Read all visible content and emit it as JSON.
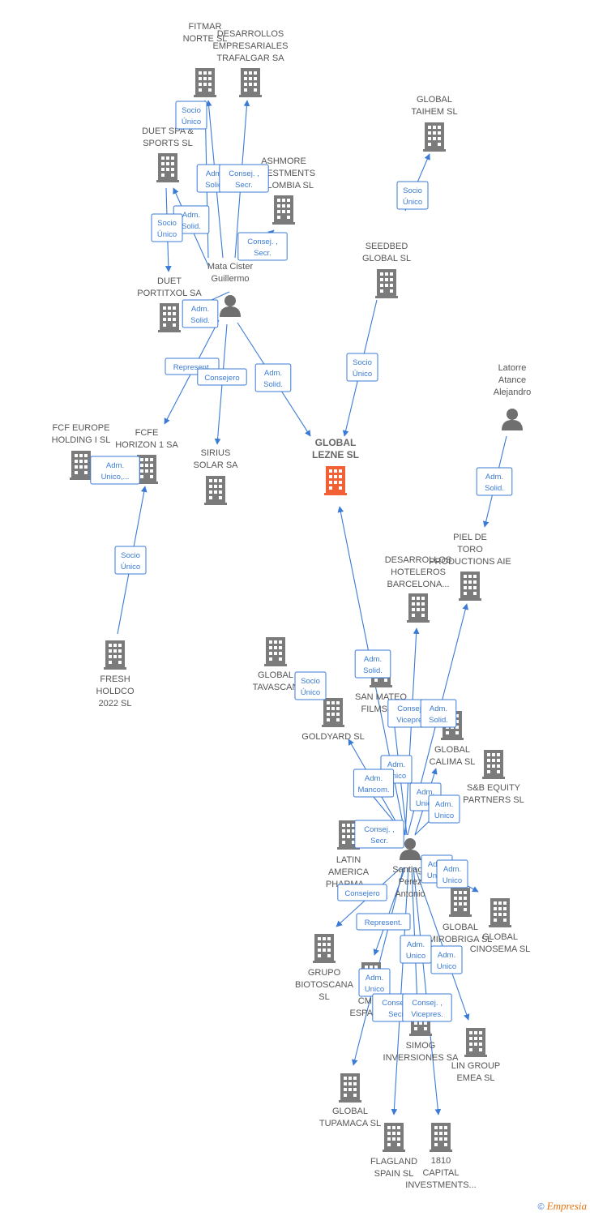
{
  "colors": {
    "company": "#7b7b7b",
    "main": "#f26135",
    "person": "#6f6f6f",
    "edge": "#3a7bd5"
  },
  "footer": {
    "copyright": "©",
    "brand": "Empresia"
  },
  "nodes": [
    {
      "id": "fitmar",
      "type": "company",
      "lines": [
        "FITMAR",
        "NORTE SL"
      ]
    },
    {
      "id": "desarrollos_trafalgar",
      "type": "company",
      "lines": [
        "DESARROLLOS",
        "EMPRESARIALES",
        "TRAFALGAR SA"
      ]
    },
    {
      "id": "duet_spa",
      "type": "company",
      "lines": [
        "DUET SPA &",
        "SPORTS SL"
      ]
    },
    {
      "id": "ashmore",
      "type": "company",
      "lines": [
        "ASHMORE",
        "INVESTMENTS",
        "COLOMBIA SL"
      ]
    },
    {
      "id": "global_taihem",
      "type": "company",
      "lines": [
        "GLOBAL",
        "TAIHEM SL"
      ]
    },
    {
      "id": "seedbed",
      "type": "company",
      "lines": [
        "SEEDBED",
        "GLOBAL  SL"
      ]
    },
    {
      "id": "mata_cister",
      "type": "person",
      "lines": [
        "Mata Cister",
        "Guillermo"
      ]
    },
    {
      "id": "duet_portitxol",
      "type": "company",
      "lines": [
        "DUET",
        "PORTITXOL SA"
      ]
    },
    {
      "id": "latorre",
      "type": "person",
      "lines": [
        "Latorre",
        "Atance",
        "Alejandro"
      ]
    },
    {
      "id": "fcf_europe",
      "type": "company",
      "lines": [
        "FCF EUROPE",
        "HOLDING I  SL"
      ]
    },
    {
      "id": "fcfe_horizon",
      "type": "company",
      "lines": [
        "FCFE",
        "HORIZON 1 SA"
      ]
    },
    {
      "id": "sirius",
      "type": "company",
      "lines": [
        "SIRIUS",
        "SOLAR SA"
      ]
    },
    {
      "id": "global_lezne",
      "type": "main",
      "lines": [
        "GLOBAL",
        "LEZNE  SL"
      ]
    },
    {
      "id": "piel_de_toro",
      "type": "company",
      "lines": [
        "PIEL DE",
        "TORO",
        "PRODUCTIONS AIE"
      ]
    },
    {
      "id": "desarrollos_hoteleros",
      "type": "company",
      "lines": [
        "DESARROLLOS",
        "HOTELEROS",
        "BARCELONA..."
      ]
    },
    {
      "id": "fresh_holdco",
      "type": "company",
      "lines": [
        "FRESH",
        "HOLDCO",
        "2022  SL"
      ]
    },
    {
      "id": "global_tavascan",
      "type": "company",
      "lines": [
        "GLOBAL",
        "TAVASCAN"
      ]
    },
    {
      "id": "san_mateo",
      "type": "company",
      "lines": [
        "SAN MATEO",
        "FILMS SL"
      ]
    },
    {
      "id": "goldyard",
      "type": "company",
      "lines": [
        "GOLDYARD SL"
      ]
    },
    {
      "id": "global_calima",
      "type": "company",
      "lines": [
        "GLOBAL",
        "CALIMA SL"
      ]
    },
    {
      "id": "sb_equity",
      "type": "company",
      "lines": [
        "S&B EQUITY",
        "PARTNERS  SL"
      ]
    },
    {
      "id": "latin_america",
      "type": "company",
      "lines": [
        "LATIN",
        "AMERICA",
        "PHARMA..."
      ]
    },
    {
      "id": "santiago",
      "type": "person",
      "lines": [
        "Santiago",
        "Perez",
        "Antonio"
      ]
    },
    {
      "id": "global_mirobriga",
      "type": "company",
      "lines": [
        "GLOBAL",
        "MIROBRIGA SL"
      ]
    },
    {
      "id": "global_cinosema",
      "type": "company",
      "lines": [
        "GLOBAL",
        "CINOSEMA SL"
      ]
    },
    {
      "id": "grupo_biotoscana",
      "type": "company",
      "lines": [
        "GRUPO",
        "BIOTOSCANA",
        "SL"
      ]
    },
    {
      "id": "cmed",
      "type": "company",
      "lines": [
        "CMED",
        "ESPAÑA..."
      ]
    },
    {
      "id": "simog",
      "type": "company",
      "lines": [
        "SIMOG",
        "INVERSIONES SA"
      ]
    },
    {
      "id": "lin_group",
      "type": "company",
      "lines": [
        "LIN GROUP",
        "EMEA  SL"
      ]
    },
    {
      "id": "global_tupamaca",
      "type": "company",
      "lines": [
        "GLOBAL",
        "TUPAMACA SL"
      ]
    },
    {
      "id": "flagland",
      "type": "company",
      "lines": [
        "FLAGLAND",
        "SPAIN SL"
      ]
    },
    {
      "id": "capital_1810",
      "type": "company",
      "lines": [
        "1810",
        "CAPITAL",
        "INVESTMENTS..."
      ]
    }
  ],
  "edges": [
    {
      "from": "mata_cister",
      "to": "fitmar",
      "label": [
        "Socio",
        "Único"
      ]
    },
    {
      "from": "mata_cister",
      "to": "fitmar",
      "label": [
        "Adm.",
        "Solid."
      ]
    },
    {
      "from": "mata_cister",
      "to": "desarrollos_trafalgar",
      "label": [
        "Consej. ,",
        "Secr."
      ]
    },
    {
      "from": "mata_cister",
      "to": "duet_spa",
      "label": [
        "Adm.",
        "Solid."
      ]
    },
    {
      "from": "duet_spa",
      "to": "duet_portitxol",
      "label": [
        "Socio",
        "Único"
      ]
    },
    {
      "from": "mata_cister",
      "to": "ashmore",
      "label": [
        "Consej. ,",
        "Secr."
      ]
    },
    {
      "from": "mata_cister",
      "to": "duet_portitxol",
      "label": [
        "Adm.",
        "Solid."
      ]
    },
    {
      "from": "seedbed",
      "to": "global_taihem",
      "label": [
        "Socio",
        "Único"
      ]
    },
    {
      "from": "seedbed",
      "to": "global_lezne",
      "label": [
        "Socio",
        "Único"
      ]
    },
    {
      "from": "mata_cister",
      "to": "global_lezne",
      "label": [
        "Adm.",
        "Solid."
      ]
    },
    {
      "from": "mata_cister",
      "to": "fcf_europe",
      "label": [
        "Represent."
      ]
    },
    {
      "from": "mata_cister",
      "to": "sirius",
      "label": [
        "Consejero"
      ]
    },
    {
      "from": "fcfe_horizon",
      "to": "fcf_europe",
      "label": [
        "Adm.",
        "Unico,..."
      ]
    },
    {
      "from": "fresh_holdco",
      "to": "fcfe_horizon",
      "label": [
        "Socio",
        "Único"
      ]
    },
    {
      "from": "latorre",
      "to": "piel_de_toro",
      "label": [
        "Adm.",
        "Solid."
      ]
    },
    {
      "from": "santiago",
      "to": "global_lezne",
      "label": [
        "Adm.",
        "Solid."
      ]
    },
    {
      "from": "santiago",
      "to": "goldyard",
      "label": [
        "Socio",
        "Único"
      ]
    },
    {
      "from": "santiago",
      "to": "desarrollos_hoteleros",
      "label": [
        "Consej. ,",
        "Vicepres."
      ]
    },
    {
      "from": "santiago",
      "to": "piel_de_toro",
      "label": [
        "Adm.",
        "Solid."
      ]
    },
    {
      "from": "santiago",
      "to": "san_mateo",
      "label": [
        "Adm.",
        "Unico"
      ]
    },
    {
      "from": "santiago",
      "to": "goldyard",
      "label": [
        "Adm.",
        "Mancom."
      ]
    },
    {
      "from": "santiago",
      "to": "global_calima",
      "label": [
        "Adm.",
        "Unico"
      ]
    },
    {
      "from": "santiago",
      "to": "sb_equity",
      "label": [
        "Adm.",
        "Unico"
      ]
    },
    {
      "from": "santiago",
      "to": "latin_america",
      "label": [
        "Consej. ,",
        "Secr."
      ]
    },
    {
      "from": "santiago",
      "to": "global_mirobriga",
      "label": [
        "Adm.",
        "Unico"
      ]
    },
    {
      "from": "santiago",
      "to": "global_cinosema",
      "label": [
        "Adm.",
        "Unico"
      ]
    },
    {
      "from": "santiago",
      "to": "grupo_biotoscana",
      "label": [
        "Consejero"
      ]
    },
    {
      "from": "santiago",
      "to": "cmed",
      "label": [
        "Represent."
      ]
    },
    {
      "from": "santiago",
      "to": "simog",
      "label": [
        "Adm.",
        "Unico"
      ]
    },
    {
      "from": "santiago",
      "to": "lin_group",
      "label": [
        "Adm.",
        "Unico"
      ]
    },
    {
      "from": "santiago",
      "to": "global_tupamaca",
      "label": [
        "Adm.",
        "Unico"
      ]
    },
    {
      "from": "santiago",
      "to": "flagland",
      "label": [
        "Consej. ,",
        "Secr."
      ]
    },
    {
      "from": "santiago",
      "to": "capital_1810",
      "label": [
        "Consej. ,",
        "Vicepres."
      ]
    }
  ]
}
